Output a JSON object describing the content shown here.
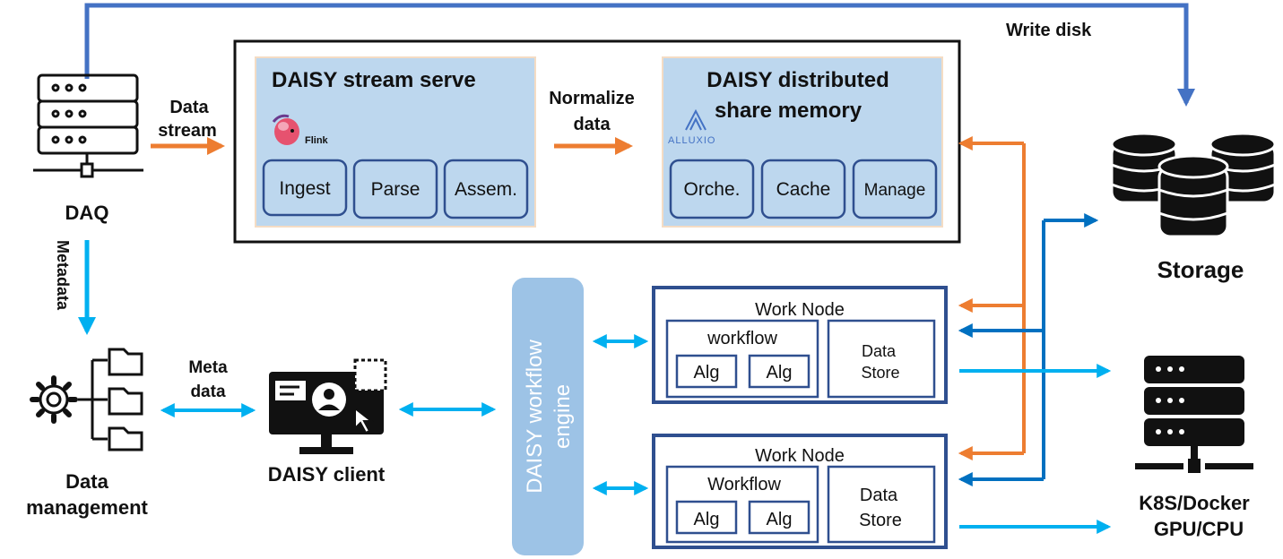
{
  "daq": {
    "label": "DAQ"
  },
  "labels": {
    "write_disk": "Write disk",
    "data_stream": [
      "Data",
      "stream"
    ],
    "metadata_vertical": "Metadata",
    "normalize_data": [
      "Normalize",
      "data"
    ],
    "meta_data": [
      "Meta",
      "data"
    ]
  },
  "stream_serve": {
    "title": "DAISY stream serve",
    "logo_text": "Flink",
    "modules": [
      "Ingest",
      "Parse",
      "Assem."
    ]
  },
  "share_memory": {
    "title": [
      "DAISY distributed",
      "share memory"
    ],
    "logo_text": "ALLUXIO",
    "modules": [
      "Orche.",
      "Cache",
      "Manage"
    ]
  },
  "storage": {
    "label": "Storage"
  },
  "compute": {
    "label": [
      "K8S/Docker",
      "GPU/CPU"
    ]
  },
  "data_management": {
    "label": [
      "Data",
      "management"
    ]
  },
  "client": {
    "label": "DAISY client"
  },
  "workflow_engine": {
    "label": [
      "DAISY workflow",
      "engine"
    ]
  },
  "work_nodes": [
    {
      "title": "Work Node",
      "workflow_label": "workflow",
      "algs": [
        "Alg",
        "Alg"
      ],
      "store_label": [
        "Data",
        "Store"
      ]
    },
    {
      "title": "Work Node",
      "workflow_label": "Workflow",
      "algs": [
        "Alg",
        "Alg"
      ],
      "store_label": [
        "Data",
        "Store"
      ]
    }
  ],
  "colors": {
    "orange": "#ED7D31",
    "blue_dark": "#2E75B6",
    "blue_mid": "#0070C0",
    "cyan": "#00B0F0",
    "panel_fill": "#BDD7EE",
    "node_border": "#2F4F8F",
    "engine_fill": "#9DC3E6"
  }
}
